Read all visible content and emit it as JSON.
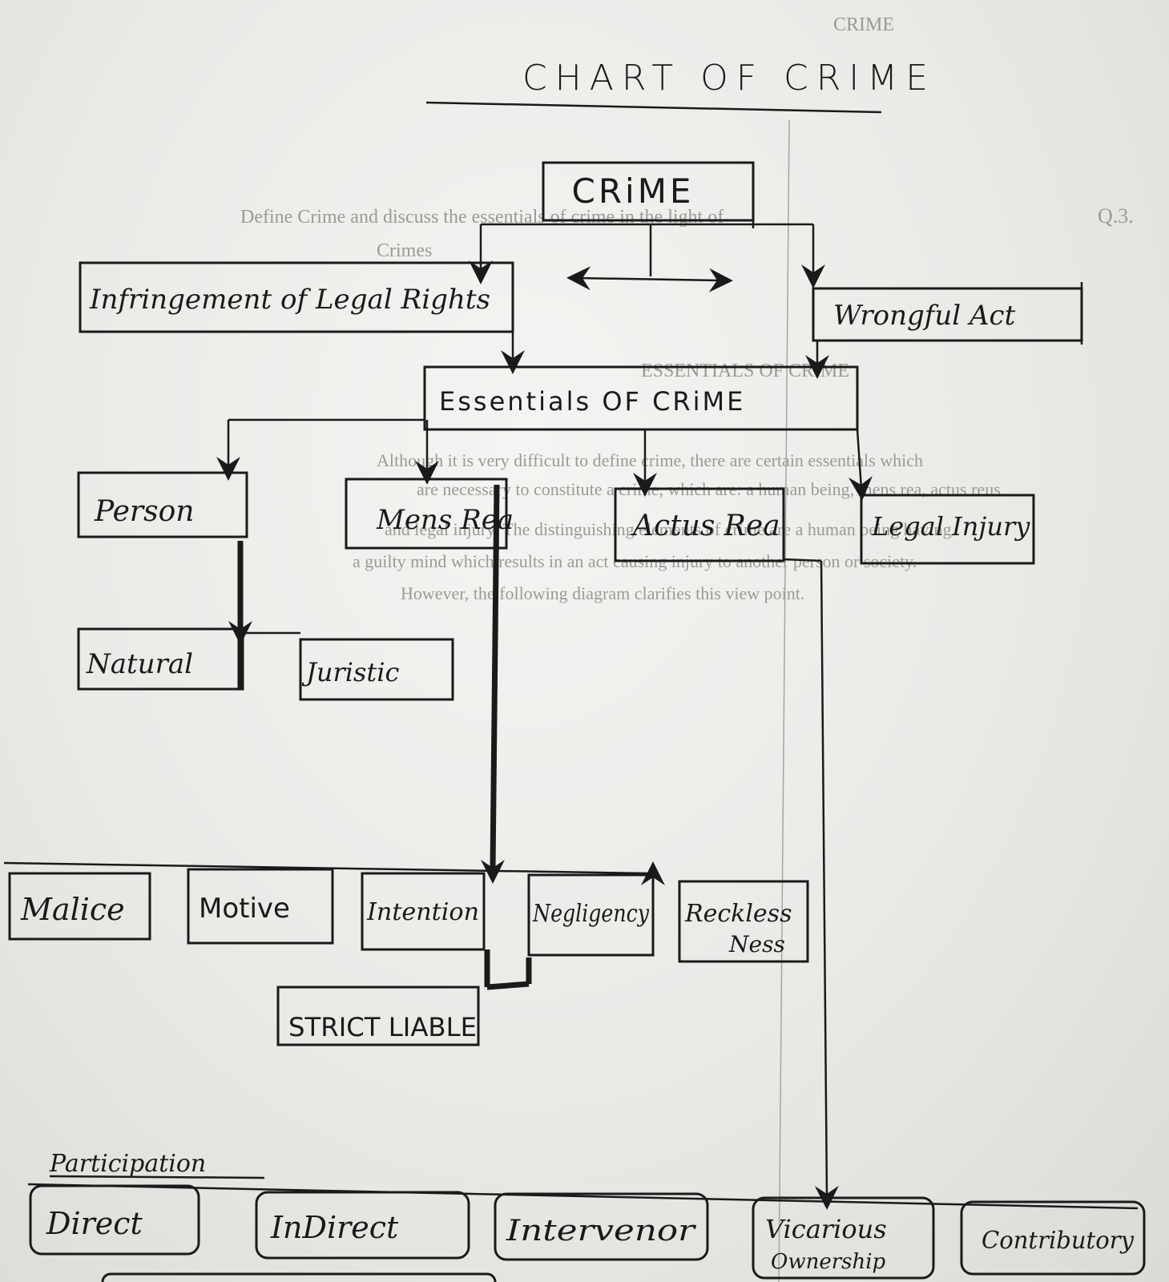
{
  "title": "CHART OF CRIME",
  "nodes": {
    "crime": "CRiME",
    "infringement": "Infringement of Legal Rights",
    "wrongful_act": "Wrongful Act",
    "essentials": "Essentials OF CRiME",
    "person": "Person",
    "mens_rea": "Mens Rea",
    "actus_reus": "Actus Rea",
    "legal_injury": "Legal Injury",
    "natural": "Natural",
    "juristic": "Juristic",
    "malice": "Malice",
    "motive": "Motive",
    "intention": "Intention",
    "negligence": "Negligency",
    "recklessness_1": "Reckless",
    "recklessness_2": "Ness",
    "strict_liability": "STRICT LIABLE",
    "participation_heading": "Participation",
    "direct": "Direct",
    "indirect": "InDirect",
    "intervenor": "Intervenor",
    "vicarious_1": "Vicarious",
    "vicarious_2": "Ownership",
    "contributory": "Contributory"
  },
  "background_text": [
    "Q.3.",
    "Define Crime and discuss the essentials of crime in the light of",
    "Crimes",
    "ESSENTIALS OF CRIME",
    "Although it is very difficult to define crime, there are certain essentials which",
    "are necessary to constitute a crime, which are: a human being, mens rea, actus reus",
    "and legal injury. The distinguishing elements of crime are a human being having",
    "a guilty mind which results in an act causing injury to another person or society.",
    "However, the following diagram clarifies this view point.",
    "CRIME"
  ]
}
